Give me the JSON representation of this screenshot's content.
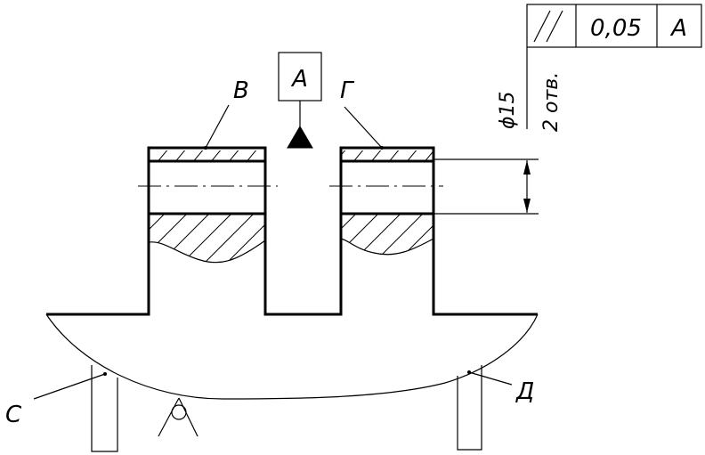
{
  "tolerance_frame": {
    "symbol": "//",
    "value": "0,05",
    "datum": "A"
  },
  "datum_label": "A",
  "dimension": {
    "diameter": "ϕ15",
    "count": "2 отв."
  },
  "labels": {
    "B": "В",
    "G": "Г",
    "C": "С",
    "D": "Д"
  }
}
